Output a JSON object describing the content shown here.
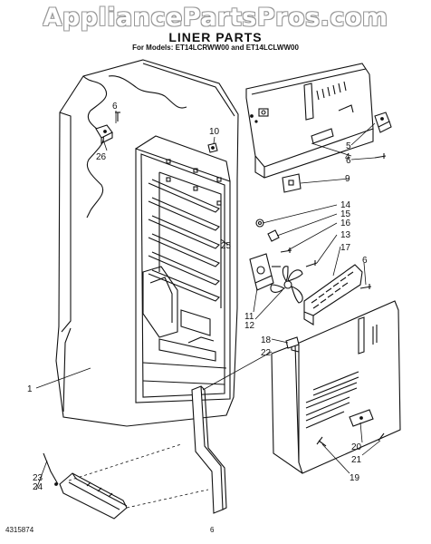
{
  "watermark": "AppliancePartsPros.com",
  "header": {
    "title": "LINER PARTS",
    "subtitle": "For Models: ET14LCRWW00 and ET14LCLWW00"
  },
  "callouts": [
    {
      "id": "c1",
      "label": "1"
    },
    {
      "id": "c4",
      "label": "4"
    },
    {
      "id": "c5",
      "label": "5"
    },
    {
      "id": "c6a",
      "label": "6"
    },
    {
      "id": "c6b",
      "label": "6"
    },
    {
      "id": "c6c",
      "label": "6"
    },
    {
      "id": "c9",
      "label": "9"
    },
    {
      "id": "c10",
      "label": "10"
    },
    {
      "id": "c11",
      "label": "11"
    },
    {
      "id": "c12",
      "label": "12"
    },
    {
      "id": "c13",
      "label": "13"
    },
    {
      "id": "c14",
      "label": "14"
    },
    {
      "id": "c15",
      "label": "15"
    },
    {
      "id": "c16",
      "label": "16"
    },
    {
      "id": "c17",
      "label": "17"
    },
    {
      "id": "c18",
      "label": "18"
    },
    {
      "id": "c19",
      "label": "19"
    },
    {
      "id": "c20",
      "label": "20"
    },
    {
      "id": "c21",
      "label": "21"
    },
    {
      "id": "c22",
      "label": "22"
    },
    {
      "id": "c23",
      "label": "23"
    },
    {
      "id": "c24",
      "label": "24"
    },
    {
      "id": "c25",
      "label": "25"
    },
    {
      "id": "c26",
      "label": "26"
    }
  ],
  "footer": {
    "code": "4315874",
    "page": "6"
  }
}
